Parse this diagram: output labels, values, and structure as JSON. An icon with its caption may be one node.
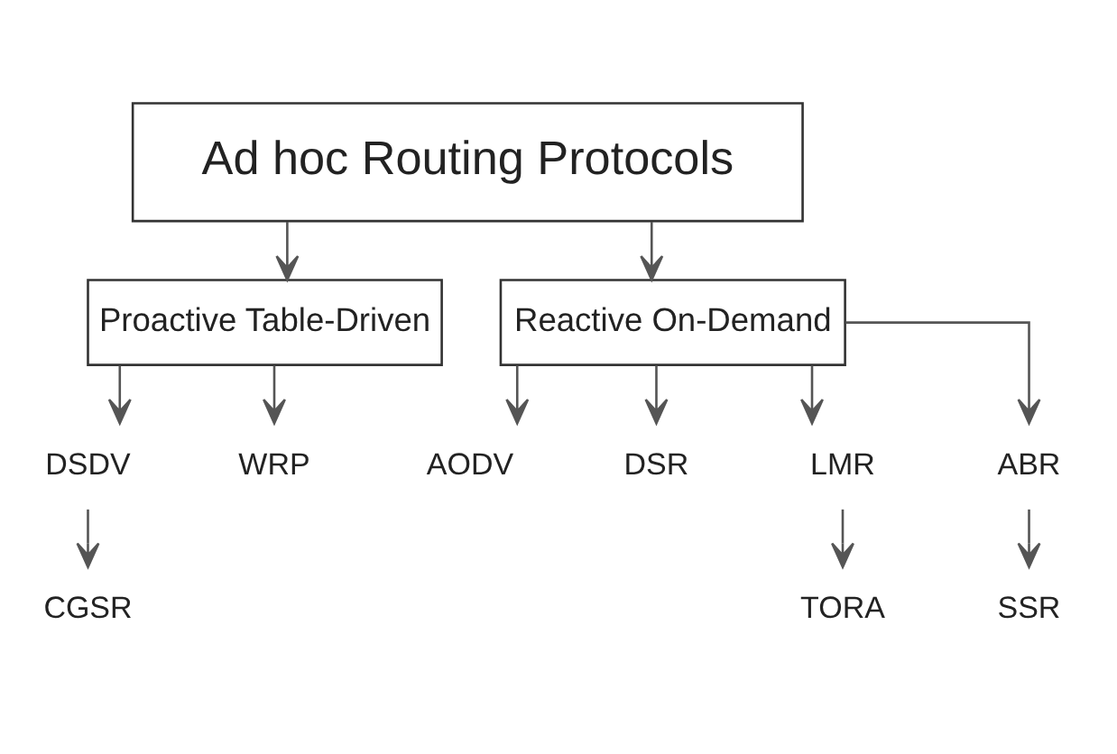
{
  "diagram": {
    "nodes": [
      {
        "text": [
          "Ad hoc Routing Protocols"
        ]
      },
      {
        "text": [
          "Proactive Table-Driven"
        ]
      },
      {
        "text": [
          "Reactive On-Demand"
        ]
      },
      {
        "text": [
          "DSDV"
        ]
      },
      {
        "text": [
          "WRP"
        ]
      },
      {
        "text": [
          "AODV"
        ]
      },
      {
        "text": [
          "DSR"
        ]
      },
      {
        "text": [
          "LMR"
        ]
      },
      {
        "text": [
          "ABR"
        ]
      },
      {
        "text": [
          "CGSR"
        ]
      },
      {
        "text": [
          "TORA"
        ]
      },
      {
        "text": [
          "SSR"
        ]
      }
    ],
    "edges": [
      {
        "from": 0,
        "to": 1,
        "arrow": "to"
      },
      {
        "from": 0,
        "to": 2,
        "arrow": "to"
      },
      {
        "from": 1,
        "to": 3,
        "arrow": "to"
      },
      {
        "from": 1,
        "to": 4,
        "arrow": "to"
      },
      {
        "from": 2,
        "to": 5,
        "arrow": "to"
      },
      {
        "from": 2,
        "to": 6,
        "arrow": "to"
      },
      {
        "from": 2,
        "to": 7,
        "arrow": "to"
      },
      {
        "from": 2,
        "to": 8,
        "arrow": "to"
      },
      {
        "from": 3,
        "to": 9,
        "arrow": "to"
      },
      {
        "from": 7,
        "to": 10,
        "arrow": "to"
      },
      {
        "from": 8,
        "to": 11,
        "arrow": "to"
      }
    ]
  }
}
